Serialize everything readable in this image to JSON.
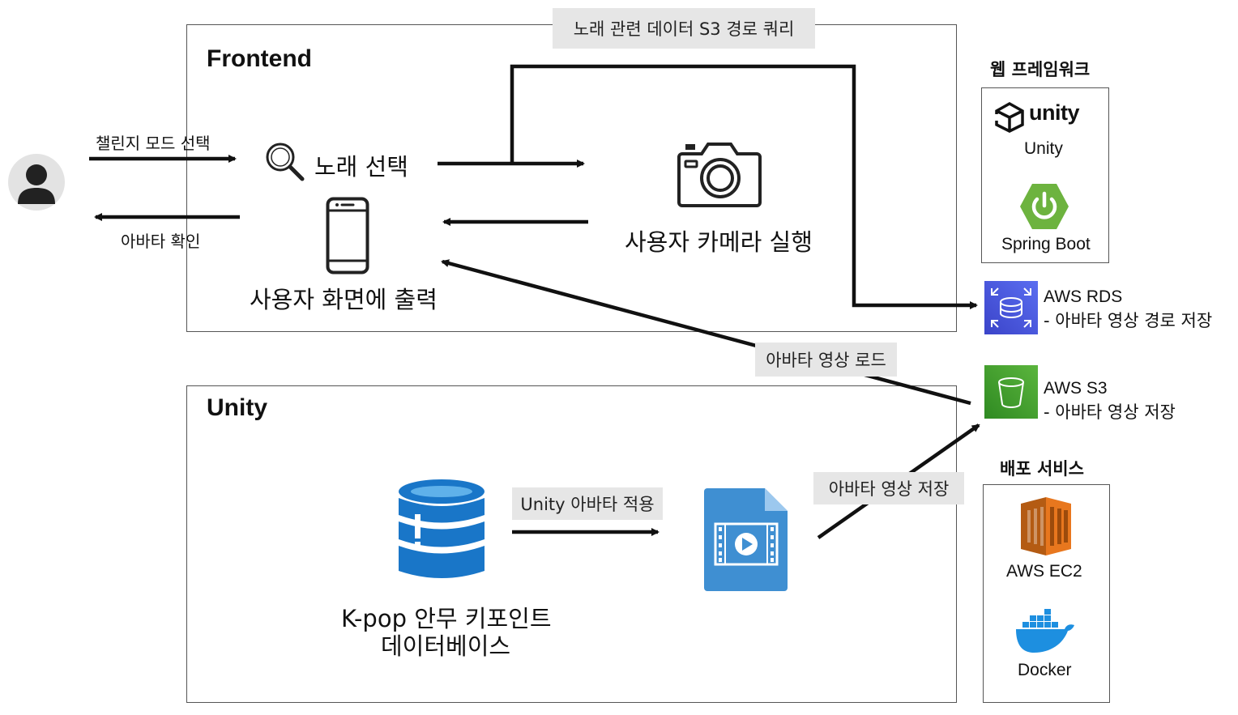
{
  "frontend": {
    "title": "Frontend",
    "song_select": "노래 선택",
    "camera_run": "사용자 카메라 실행",
    "screen_output": "사용자 화면에 출력"
  },
  "unity_box": {
    "title": "Unity",
    "db_line1": "K-pop 안무 키포인트",
    "db_line2": "데이터베이스"
  },
  "user_flow": {
    "challenge_mode": "챌린지 모드 선택",
    "avatar_confirm": "아바타 확인"
  },
  "edge_labels": {
    "s3_query": "노래 관련 데이터 S3 경로 쿼리",
    "avatar_load": "아바타 영상 로드",
    "avatar_save": "아바타 영상 저장",
    "unity_apply": "Unity 아바타 적용"
  },
  "web_framework": {
    "heading": "웹 프레임워크",
    "unity_logo_text": "unity",
    "unity_label": "Unity",
    "spring_label": "Spring Boot"
  },
  "aws": {
    "rds_title": "AWS RDS",
    "rds_desc": "- 아바타 영상 경로 저장",
    "s3_title": "AWS S3",
    "s3_desc": "- 아바타 영상 저장"
  },
  "deploy": {
    "heading": "배포 서비스",
    "ec2_label": "AWS EC2",
    "docker_label": "Docker"
  },
  "colors": {
    "rds": "#4a56d9",
    "s3": "#3d9a2e",
    "spring": "#6db33f",
    "ec2": "#e8771e",
    "docker": "#1d8fe0",
    "db": "#1976c8",
    "video": "#3f8fd2",
    "tag_bg": "#e6e6e6"
  }
}
